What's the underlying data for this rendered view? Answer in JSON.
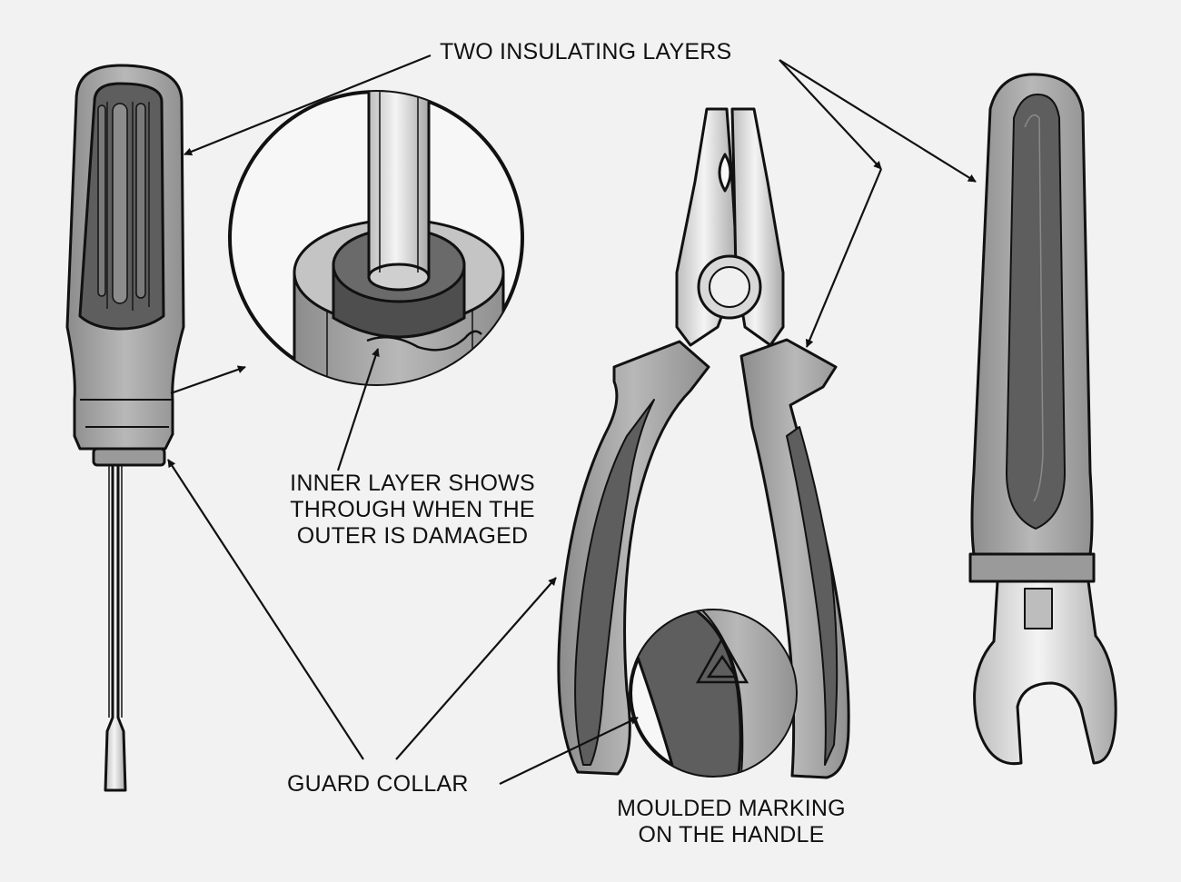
{
  "labels": {
    "two_insulating_layers": "TWO INSULATING LAYERS",
    "inner_layer": [
      "INNER LAYER SHOWS",
      "THROUGH WHEN THE",
      "OUTER IS DAMAGED"
    ],
    "guard_collar": "GUARD COLLAR",
    "moulded_marking": [
      "MOULDED MARKING",
      "ON THE HANDLE"
    ]
  },
  "colors": {
    "background": "#f2f2f2",
    "outline": "#111111",
    "inner_layer": "#5e5e5e",
    "outer_layer": "#a9a9a9",
    "metal": "#dcdcdc"
  },
  "icons": {
    "marking": "double-triangle-icon"
  }
}
